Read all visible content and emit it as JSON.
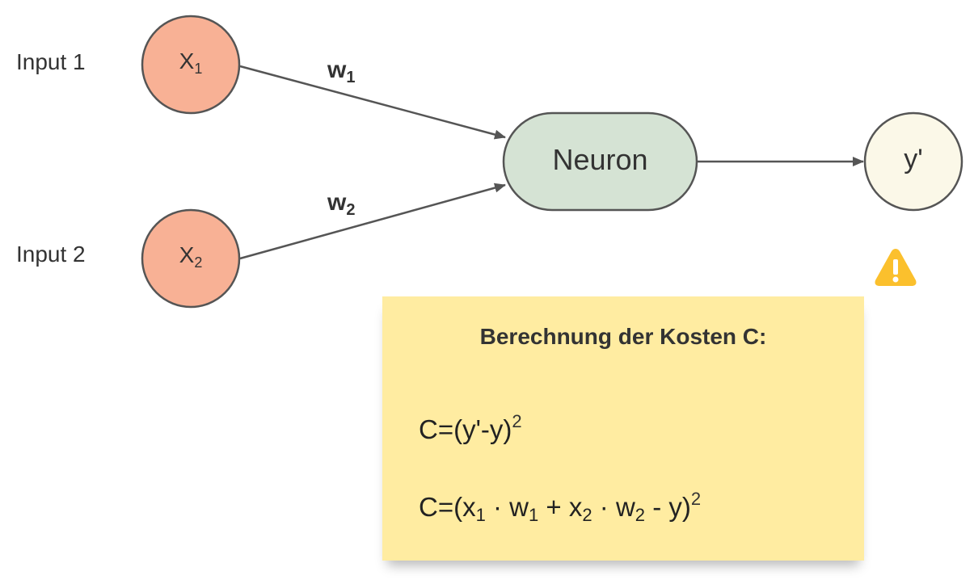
{
  "inputs": [
    {
      "label": "Input 1",
      "node": "X",
      "sub": "1"
    },
    {
      "label": "Input 2",
      "node": "X",
      "sub": "2"
    }
  ],
  "weights": [
    {
      "symbol": "w",
      "sub": "1"
    },
    {
      "symbol": "w",
      "sub": "2"
    }
  ],
  "neuron": {
    "label": "Neuron"
  },
  "output": {
    "label": "y'"
  },
  "note": {
    "title": "Berechnung der Kosten C:",
    "formula1": {
      "main": "C=(y'-y)",
      "exp": "2"
    },
    "formula2": {
      "p1": "C=(x",
      "s1": "1",
      "p2": " · w",
      "s2": "1",
      "p3": " + x",
      "s3": "2",
      "p4": " · w",
      "s4": "2",
      "p5": " - y)",
      "exp": "2"
    }
  },
  "colors": {
    "input_fill": "#f8b195",
    "neuron_fill": "#d5e3d4",
    "output_fill": "#fbf8e8",
    "note_fill": "#ffeca1",
    "warning": "#fbc02d",
    "stroke": "#555555"
  },
  "icons": {
    "warning": "warning-icon"
  }
}
